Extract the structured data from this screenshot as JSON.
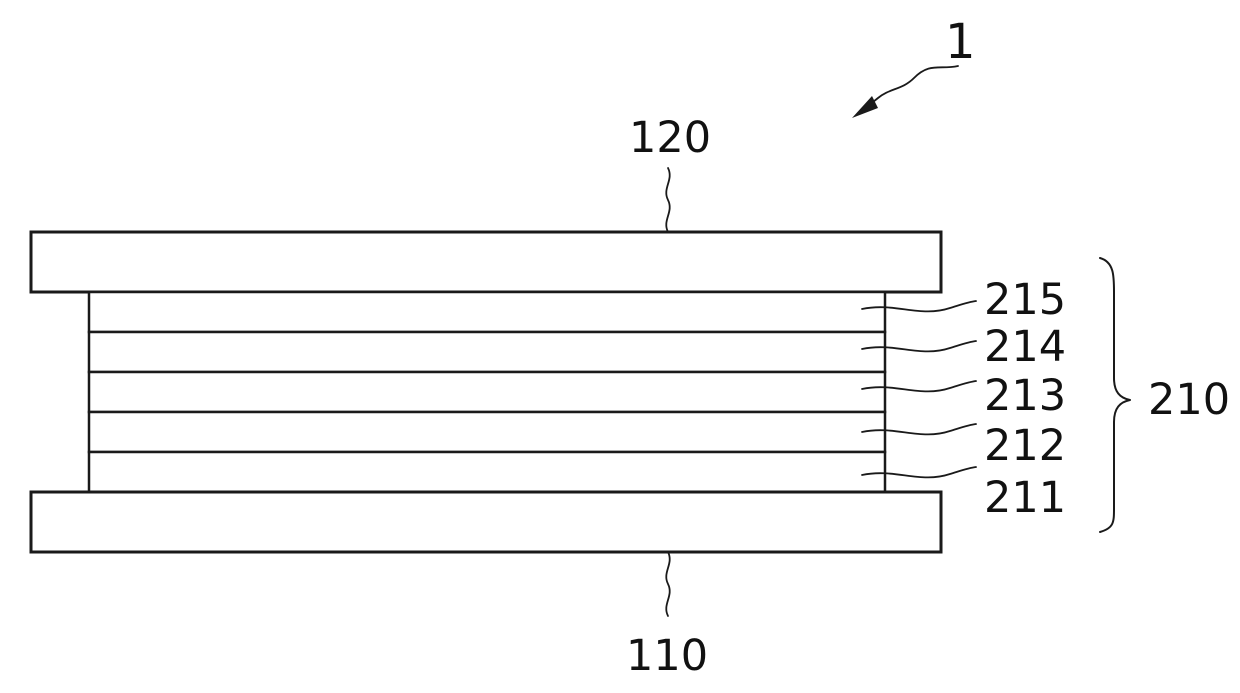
{
  "figure": {
    "reference_numerals": {
      "device": "1",
      "top_plate": "120",
      "bottom_plate": "110",
      "layer_stack": "210",
      "layers": [
        "215",
        "214",
        "213",
        "212",
        "211"
      ]
    }
  },
  "colors": {
    "line": "#1a1a1a",
    "background": "#ffffff"
  }
}
